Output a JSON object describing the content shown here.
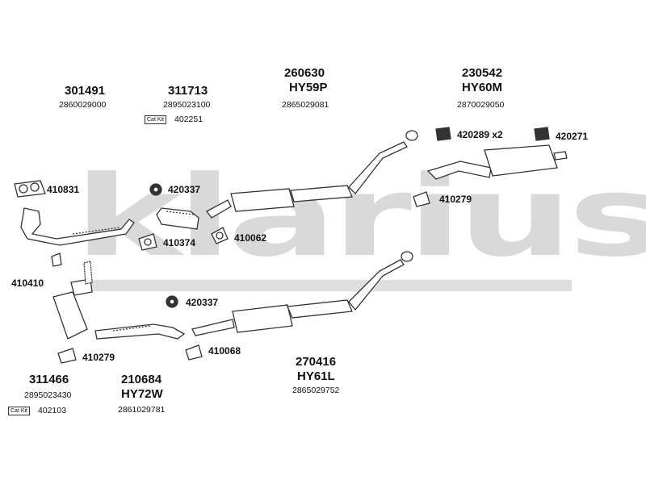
{
  "watermark": {
    "text": "klarius"
  },
  "assemblies": [
    {
      "id": "301491",
      "ref": "2860029000"
    },
    {
      "id": "311713",
      "ref": "2895023100"
    },
    {
      "id": "260630",
      "sub": "HY59P",
      "ref": "2865029081"
    },
    {
      "id": "230542",
      "sub": "HY60M",
      "ref": "2870029050"
    },
    {
      "id": "270416",
      "sub": "HY61L",
      "ref": "2865029752"
    },
    {
      "id": "311466",
      "ref": "2895023430"
    },
    {
      "id": "210684",
      "sub": "HY72W",
      "ref": "2861029781"
    }
  ],
  "catkits": [
    {
      "label": "Cat Kit",
      "number": "402251"
    },
    {
      "label": "Cat Kit",
      "number": "402103"
    }
  ],
  "parts": [
    {
      "number": "410831"
    },
    {
      "number": "420337"
    },
    {
      "number": "410374"
    },
    {
      "number": "410062"
    },
    {
      "number": "410410"
    },
    {
      "number": "420337"
    },
    {
      "number": "410279"
    },
    {
      "number": "410068"
    },
    {
      "number": "420289 x2"
    },
    {
      "number": "420271"
    },
    {
      "number": "410279"
    }
  ]
}
